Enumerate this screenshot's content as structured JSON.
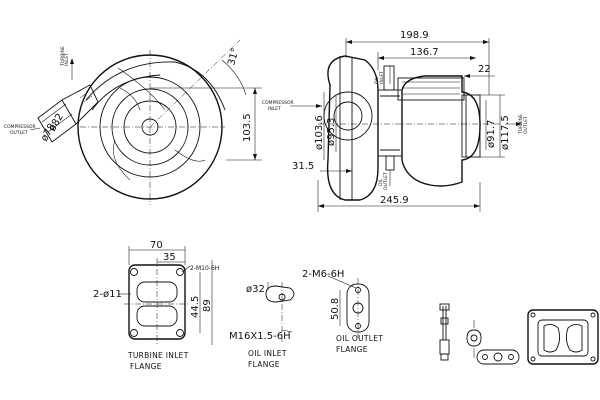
{
  "dimensions": {
    "overall_length": "198.9",
    "compressor_to_outlet": "136.7",
    "outlet_offset": "22",
    "compressor_outlet_dia": "ø82",
    "compressor_outlet_dia2": "ø78",
    "angle": "31°",
    "center_height": "103.5",
    "housing_dia": "ø103.6",
    "housing_dia2": "ø95.3",
    "turbine_outlet_dia": "ø91.7",
    "turbine_outlet_dia2": "ø117.5",
    "axial_offset": "31.5",
    "overall_width": "245.9",
    "flange_width": "70",
    "flange_half": "35",
    "flange_height": "44.5",
    "flange_bolt_height": "89",
    "flange_hole": "2-ø11",
    "flange_thread": "2-M10-6H",
    "oil_inlet_dia": "ø32",
    "oil_inlet_thread": "M16X1.5-6H",
    "oil_outlet_thread": "2-M6-6H",
    "oil_outlet_spacing": "50.8"
  },
  "labels": {
    "turbine_inlet_flange_1": "TURBINE INLET",
    "turbine_inlet_flange_2": "FLANGE",
    "oil_inlet_flange_1": "OIL INLET",
    "oil_inlet_flange_2": "FLANGE",
    "oil_outlet_flange_1": "OIL OUTLET",
    "oil_outlet_flange_2": "FLANGE",
    "turbine_inlet_small_1": "TURBINE",
    "turbine_inlet_small_2": "INLET",
    "compressor_outlet_small_1": "COMPRESSOR",
    "compressor_outlet_small_2": "OUTLET",
    "compressor_inlet_small_1": "COMPRESSOR",
    "compressor_inlet_small_2": "INLET",
    "turbine_outlet_small_1": "TURBINE",
    "turbine_outlet_small_2": "OUTLET",
    "oil_inlet_small_1": "OIL",
    "oil_inlet_small_2": "INLET",
    "oil_outlet_small_1": "OIL",
    "oil_outlet_small_2": "OUTLET"
  }
}
